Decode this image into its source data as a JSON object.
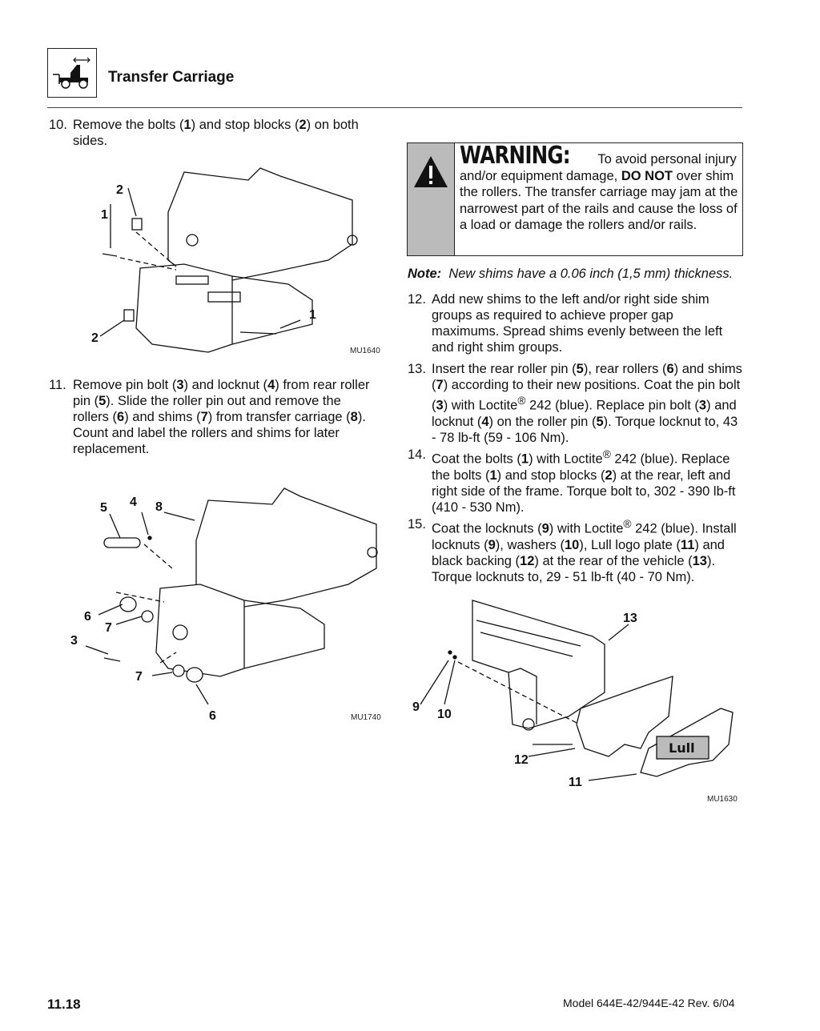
{
  "header": {
    "title": "Transfer Carriage",
    "icon": "transfer-carriage-icon"
  },
  "steps": [
    {
      "num": "10.",
      "html": "Remove the bolts (<b>1</b>) and stop blocks (<b>2</b>) on both sides."
    },
    {
      "num": "11.",
      "html": "Remove pin bolt (<b>3</b>) and locknut (<b>4</b>) from rear roller pin (<b>5</b>). Slide the roller pin out and remove the rollers (<b>6</b>) and shims (<b>7</b>) from transfer carriage (<b>8</b>). Count and label the rollers and shims for later replacement."
    },
    {
      "num": "12.",
      "html": "Add new shims to the left and/or right side shim groups as required to achieve proper gap maximums. Spread shims evenly between the left and right shim groups."
    },
    {
      "num": "13.",
      "html": "Insert the rear roller pin (<b>5</b>), rear rollers (<b>6</b>) and shims (<b>7</b>) according to their new positions. Coat the pin bolt (<b>3</b>) with Loctite<sup>®</sup> 242 (blue). Replace pin bolt (<b>3</b>) and locknut (<b>4</b>) on the roller pin (<b>5</b>). Torque locknut to, 43 - 78 lb-ft (59 - 106 Nm)."
    },
    {
      "num": "14.",
      "html": "Coat the bolts (<b>1</b>) with Loctite<sup>®</sup> 242 (blue). Replace the bolts (<b>1</b>) and stop blocks (<b>2</b>) at the rear, left and right side of the frame. Torque bolt to, 302 - 390 lb-ft (410 - 530 Nm)."
    },
    {
      "num": "15.",
      "html": "Coat the locknuts (<b>9</b>) with Loctite<sup>®</sup> 242 (blue). Install locknuts (<b>9</b>), washers (<b>10</b>), Lull logo plate (<b>11</b>) and black backing (<b>12</b>) at the rear of the vehicle (<b>13</b>). Torque locknuts to, 29 - 51 lb-ft (40 - 70 Nm)."
    }
  ],
  "warning": {
    "heading": "WARNING:",
    "html": "To avoid personal injury and/or equipment damage, <b>DO NOT</b> over shim the rollers. The transfer carriage may jam at the narrowest part of the rails and cause the loss of a load or damage the rollers and/or rails.",
    "icon": "warning-triangle-icon"
  },
  "note": {
    "label": "Note:",
    "text": "New shims have a 0.06 inch (1,5 mm) thickness."
  },
  "figures": {
    "fig1": {
      "caption": "MU1640",
      "labels": [
        "2",
        "1",
        "2",
        "1"
      ]
    },
    "fig2": {
      "caption": "MU1740",
      "labels": [
        "5",
        "4",
        "8",
        "6",
        "7",
        "3",
        "7",
        "6"
      ]
    },
    "fig3": {
      "caption": "MU1630",
      "labels": [
        "13",
        "9",
        "10",
        "12",
        "11"
      ],
      "logo": "Lull"
    }
  },
  "footer": {
    "page": "11.18",
    "model": "Model  644E-42/944E-42   Rev.  6/04"
  }
}
